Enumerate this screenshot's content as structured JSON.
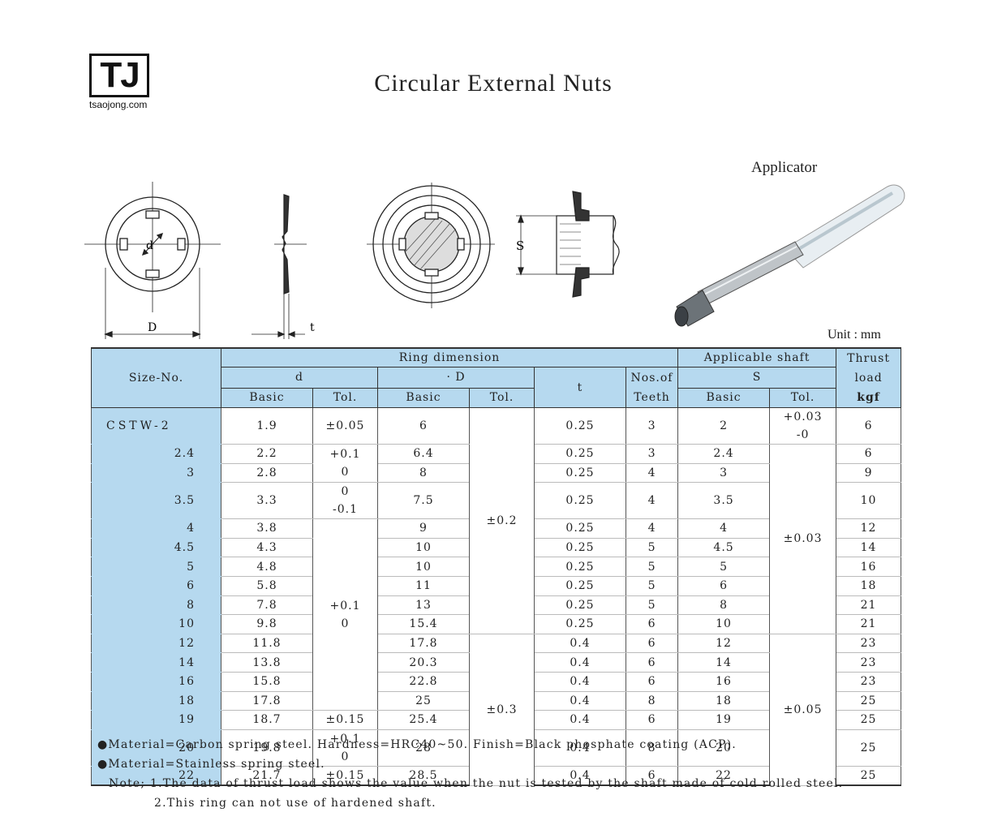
{
  "logo": {
    "mark": "TJ",
    "url": "tsaojong.com"
  },
  "title": "Circular External Nuts",
  "applicator_label": "Applicator",
  "diagram_labels": {
    "d": "d",
    "D": "D",
    "t": "t",
    "S": "S"
  },
  "unit": "Unit : mm",
  "table": {
    "headers": {
      "size_no": "Size-No.",
      "ring_dimension": "Ring dimension",
      "applicable_shaft": "Applicable shaft",
      "thrust_load": "Thrust load",
      "d": "d",
      "D": "· D",
      "t": "t",
      "nos_teeth": "Nos.of Teeth",
      "S": "S",
      "basic": "Basic",
      "tol": "Tol.",
      "kgf": "kgf"
    },
    "rows": [
      {
        "size": "CSTW-2",
        "d_basic": "1.9",
        "D_basic": "6",
        "t": "0.25",
        "teeth": "3",
        "s_basic": "2",
        "load": "6"
      },
      {
        "size": "2.4",
        "d_basic": "2.2",
        "D_basic": "6.4",
        "t": "0.25",
        "teeth": "3",
        "s_basic": "2.4",
        "load": "6"
      },
      {
        "size": "3",
        "d_basic": "2.8",
        "D_basic": "8",
        "t": "0.25",
        "teeth": "4",
        "s_basic": "3",
        "load": "9"
      },
      {
        "size": "3.5",
        "d_basic": "3.3",
        "D_basic": "7.5",
        "t": "0.25",
        "teeth": "4",
        "s_basic": "3.5",
        "load": "10"
      },
      {
        "size": "4",
        "d_basic": "3.8",
        "D_basic": "9",
        "t": "0.25",
        "teeth": "4",
        "s_basic": "4",
        "load": "12"
      },
      {
        "size": "4.5",
        "d_basic": "4.3",
        "D_basic": "10",
        "t": "0.25",
        "teeth": "5",
        "s_basic": "4.5",
        "load": "14"
      },
      {
        "size": "5",
        "d_basic": "4.8",
        "D_basic": "10",
        "t": "0.25",
        "teeth": "5",
        "s_basic": "5",
        "load": "16"
      },
      {
        "size": "6",
        "d_basic": "5.8",
        "D_basic": "11",
        "t": "0.25",
        "teeth": "5",
        "s_basic": "6",
        "load": "18"
      },
      {
        "size": "8",
        "d_basic": "7.8",
        "D_basic": "13",
        "t": "0.25",
        "teeth": "5",
        "s_basic": "8",
        "load": "21"
      },
      {
        "size": "10",
        "d_basic": "9.8",
        "D_basic": "15.4",
        "t": "0.25",
        "teeth": "6",
        "s_basic": "10",
        "load": "21"
      },
      {
        "size": "12",
        "d_basic": "11.8",
        "D_basic": "17.8",
        "t": "0.4",
        "teeth": "6",
        "s_basic": "12",
        "load": "23"
      },
      {
        "size": "14",
        "d_basic": "13.8",
        "D_basic": "20.3",
        "t": "0.4",
        "teeth": "6",
        "s_basic": "14",
        "load": "23"
      },
      {
        "size": "16",
        "d_basic": "15.8",
        "D_basic": "22.8",
        "t": "0.4",
        "teeth": "6",
        "s_basic": "16",
        "load": "23"
      },
      {
        "size": "18",
        "d_basic": "17.8",
        "D_basic": "25",
        "t": "0.4",
        "teeth": "8",
        "s_basic": "18",
        "load": "25"
      },
      {
        "size": "19",
        "d_basic": "18.7",
        "D_basic": "25.4",
        "t": "0.4",
        "teeth": "6",
        "s_basic": "19",
        "load": "25"
      },
      {
        "size": "20",
        "d_basic": "19.8",
        "D_basic": "28",
        "t": "0.4",
        "teeth": "8",
        "s_basic": "20",
        "load": "25"
      },
      {
        "size": "22",
        "d_basic": "21.7",
        "D_basic": "28.5",
        "t": "0.4",
        "teeth": "6",
        "s_basic": "22",
        "load": "25"
      }
    ],
    "d_tol": {
      "row1": "±0.05",
      "rows2_3": "+0.1\n0",
      "row4": "0\n-0.1",
      "rows5_14": "+0.1\n0",
      "row15": "±0.15",
      "row16": "+0.1\n0",
      "row17": "±0.15"
    },
    "D_tol": {
      "rows1_10": "±0.2",
      "rows11_17": "±0.3"
    },
    "s_tol": {
      "row1": "+0.03\n-0",
      "rows2_10": "±0.03",
      "rows11_17": "±0.05"
    }
  },
  "notes": {
    "bullet1": "●Material=Carbon spring steel. Hardness=HRC40~50. Finish=Black phosphate coating (ACP).",
    "bullet2": "●Material=Stainless spring steel.",
    "note1": "Note; 1.The data of thrust load shows the value when the nut is tested by the shaft made of cold rolled steel.",
    "note2": "2.This ring can not use of hardened shaft."
  }
}
